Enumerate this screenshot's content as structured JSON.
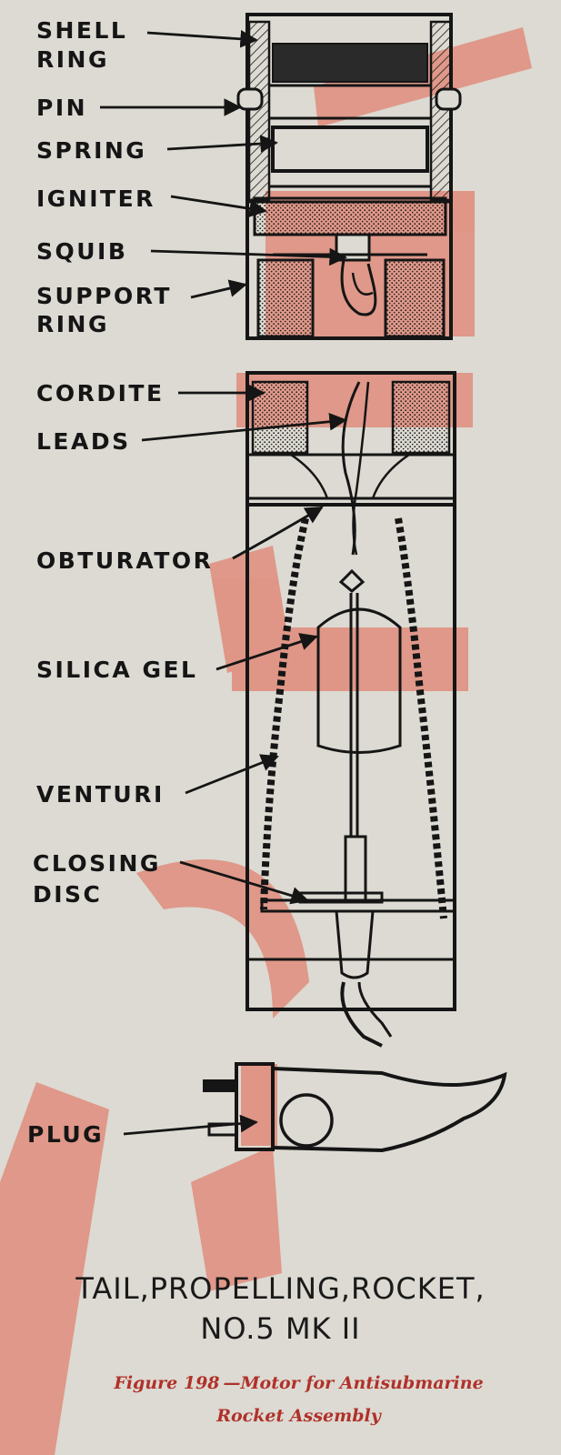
{
  "labels": {
    "shell_line1": "SHELL",
    "shell_line2": "RING",
    "pin": "PIN",
    "spring": "SPRING",
    "igniter": "IGNITER",
    "squib": "SQUIB",
    "support_line1": "SUPPORT",
    "support_line2": "RING",
    "cordite": "CORDITE",
    "leads": "LEADS",
    "obturator": "OBTURATOR",
    "silica_gel": "SILICA GEL",
    "venturi": "VENTURI",
    "closing_line1": "CLOSING",
    "closing_line2": "DISC",
    "plug": "PLUG"
  },
  "title": {
    "line1": "TAIL,PROPELLING,ROCKET,",
    "line2": "NO.5  MK II"
  },
  "caption": {
    "number": "Figure 198",
    "line1_text": "—Motor for Antisubmarine",
    "line2": "Rocket Assembly"
  },
  "colors": {
    "ink": "#151515",
    "paper": "#dcdad2",
    "watermark": "#e2553f",
    "caption": "#b0312a"
  }
}
